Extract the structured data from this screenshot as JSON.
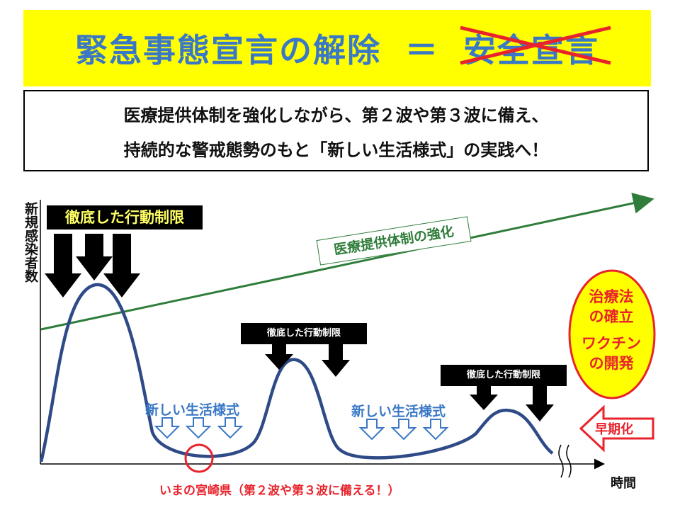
{
  "banner": {
    "left": "緊急事態宣言の解除",
    "equals": "＝",
    "right": "安全宣言"
  },
  "subtitle": {
    "line1": "医療提供体制を強化しながら、第２波や第３波に備え、",
    "line2": "持続的な警戒態勢のもと「新しい生活様式」の実践へ！"
  },
  "diagram": {
    "y_axis_label": "新規感染者数",
    "x_axis_label": "時間",
    "action_label_big": "徹底した行動制限",
    "action_label_mid": "徹底した行動制限",
    "action_label_right": "徹底した行動制限",
    "healthcare_label": "医療提供体制の強化",
    "lifestyle_1": "新しい生活様式",
    "lifestyle_2": "新しい生活様式",
    "current_status": "いまの宮崎県（第２波や第３波に備える！）",
    "treatment_line1": "治療法",
    "treatment_line2": "の確立",
    "vaccine_line1": "ワクチン",
    "vaccine_line2": "の開発",
    "early": "早期化"
  },
  "colors": {
    "banner_bg": "#ffff00",
    "title_blue": "#3a78c6",
    "curve_blue": "#2e4a87",
    "green": "#2f7d3a",
    "red": "#e8232b"
  }
}
